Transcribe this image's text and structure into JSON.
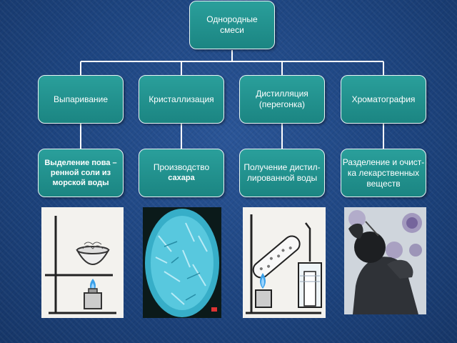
{
  "root": {
    "line1": "Однородные",
    "line2": "смеси"
  },
  "methods": [
    {
      "id": "evaporation",
      "label": "Выпаривание"
    },
    {
      "id": "crystallization",
      "label": "Кристаллизация"
    },
    {
      "id": "distillation",
      "line1": "Дистилляция",
      "line2": "(перегонка)"
    },
    {
      "id": "chromatography",
      "label": "Хроматография"
    }
  ],
  "applications": [
    {
      "id": "salt",
      "line1": "Выделение пова –",
      "line2": "ренной соли из",
      "line3": "морской воды"
    },
    {
      "id": "sugar",
      "line1": "Производство",
      "line2": "сахара"
    },
    {
      "id": "water",
      "line1": "Получение дистил-",
      "line2": "лированной воды"
    },
    {
      "id": "medicine",
      "line1": "Разделение и очист-",
      "line2": "ка лекарственных",
      "line3": "веществ"
    }
  ],
  "colors": {
    "box": "#1f8f8c",
    "border": "#e8f4f4",
    "background": "#1d447f",
    "flame": "#3aa0e8"
  }
}
